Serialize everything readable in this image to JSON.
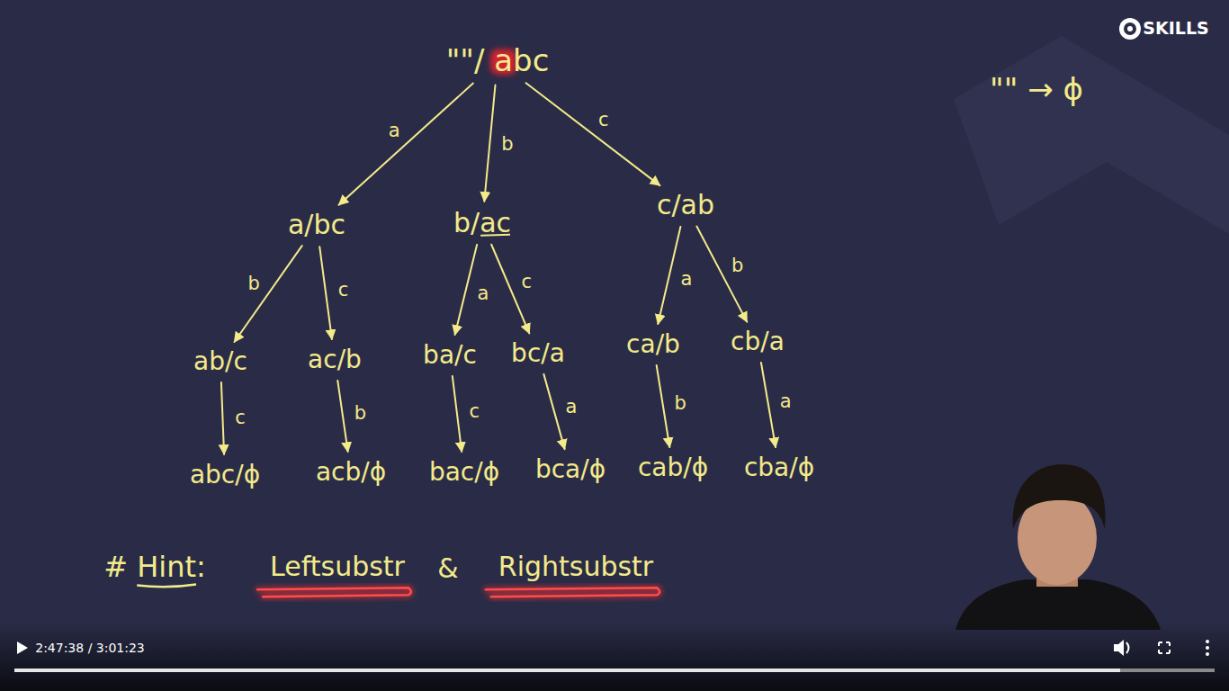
{
  "diagram": {
    "nodes": [
      {
        "text": [
          "\"\"/ abc"
        ]
      },
      {
        "text": [
          "a/bc"
        ]
      },
      {
        "text": [
          "b/ac"
        ]
      },
      {
        "text": [
          "c/ab"
        ]
      },
      {
        "text": [
          "ab/c"
        ]
      },
      {
        "text": [
          "ac/b"
        ]
      },
      {
        "text": [
          "ba/c"
        ]
      },
      {
        "text": [
          "bc/a"
        ]
      },
      {
        "text": [
          "ca/b"
        ]
      },
      {
        "text": [
          "cb/a"
        ]
      },
      {
        "text": [
          "abc/ϕ"
        ]
      },
      {
        "text": [
          "acb/ϕ"
        ]
      },
      {
        "text": [
          "bac/ϕ"
        ]
      },
      {
        "text": [
          "bca/ϕ"
        ]
      },
      {
        "text": [
          "cab/ϕ"
        ]
      },
      {
        "text": [
          "cba/ϕ"
        ]
      }
    ],
    "edges": [
      {
        "from": 0,
        "to": 1,
        "label": "a",
        "arrow": "to"
      },
      {
        "from": 0,
        "to": 2,
        "label": "b",
        "arrow": "to"
      },
      {
        "from": 0,
        "to": 3,
        "label": "c",
        "arrow": "to"
      },
      {
        "from": 1,
        "to": 4,
        "label": "b",
        "arrow": "to"
      },
      {
        "from": 1,
        "to": 5,
        "label": "c",
        "arrow": "to"
      },
      {
        "from": 2,
        "to": 6,
        "label": "a",
        "arrow": "to"
      },
      {
        "from": 2,
        "to": 7,
        "label": "c",
        "arrow": "to"
      },
      {
        "from": 3,
        "to": 8,
        "label": "a",
        "arrow": "to"
      },
      {
        "from": 3,
        "to": 9,
        "label": "b",
        "arrow": "to"
      },
      {
        "from": 4,
        "to": 10,
        "label": "c",
        "arrow": "to"
      },
      {
        "from": 5,
        "to": 11,
        "label": "b",
        "arrow": "to"
      },
      {
        "from": 6,
        "to": 12,
        "label": "c",
        "arrow": "to"
      },
      {
        "from": 7,
        "to": 13,
        "label": "a",
        "arrow": "to"
      },
      {
        "from": 8,
        "to": 14,
        "label": "b",
        "arrow": "to"
      },
      {
        "from": 9,
        "to": 15,
        "label": "a",
        "arrow": "to"
      }
    ],
    "labels": [
      "\"\" → ϕ",
      "# Hint:",
      "Leftsubstr",
      "&",
      "Rightsubstr",
      "SKILLS",
      "2:47:38 / 3:01:23"
    ]
  }
}
